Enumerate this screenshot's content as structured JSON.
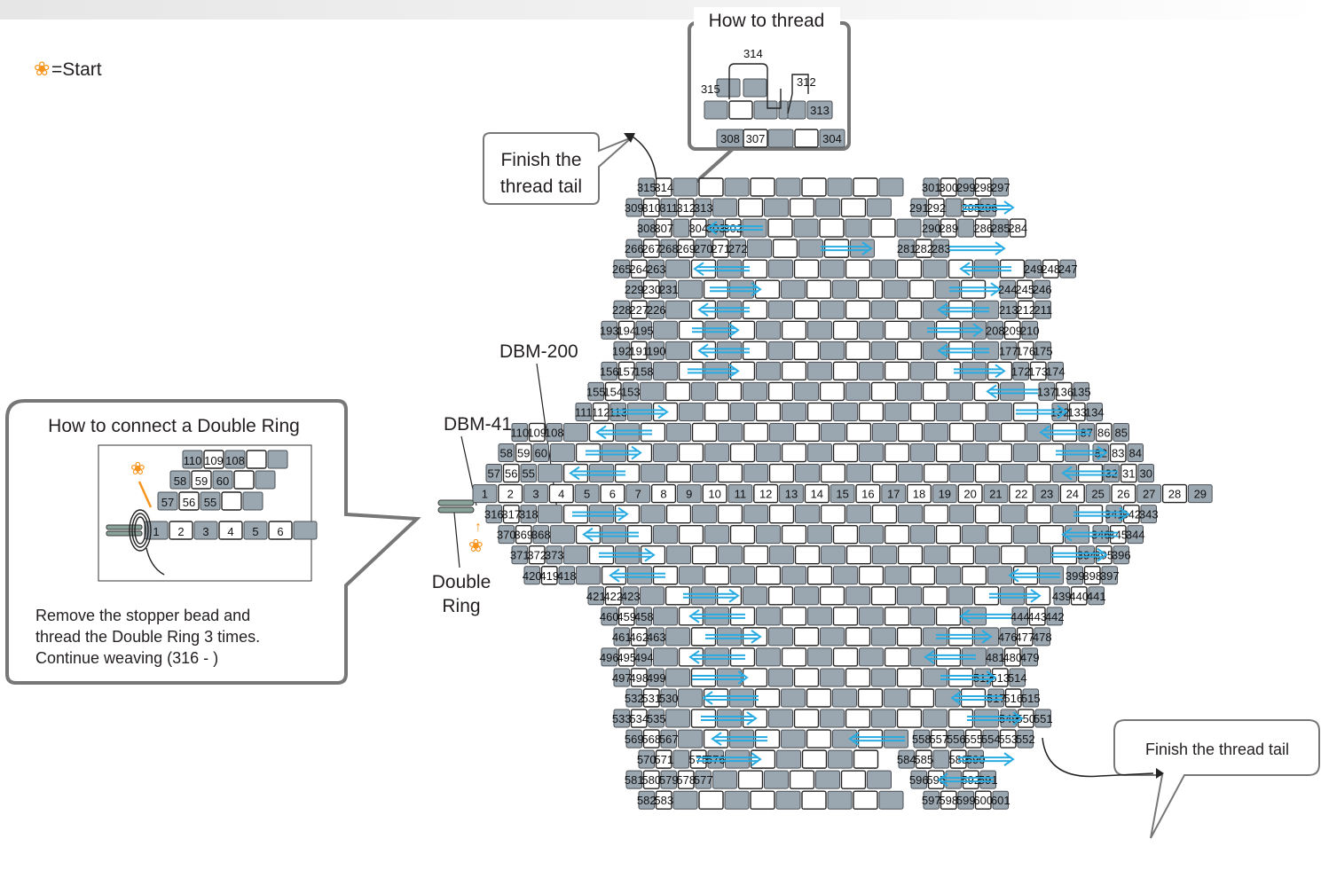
{
  "legend": {
    "symbol": "❀",
    "text": "=Start"
  },
  "labels": {
    "how_to_thread": "How to thread",
    "finish_left": [
      "Finish the",
      "thread tail"
    ],
    "finish_right": "Finish the thread tail",
    "dbm200": "DBM-200",
    "dbm41": "DBM-41",
    "double_ring": [
      "Double",
      "Ring"
    ]
  },
  "connect_panel": {
    "title": "How to connect a Double Ring",
    "caption": [
      "Remove the stopper bead and",
      "thread the Double Ring 3 times.",
      "Continue weaving (316 - )"
    ],
    "rows": [
      [
        "110",
        "109",
        "108",
        "",
        ""
      ],
      [
        "58",
        "59",
        "60",
        "",
        ""
      ],
      [
        "57",
        "56",
        "55",
        "",
        ""
      ],
      [
        "1",
        "2",
        "3",
        "4",
        "5",
        "6",
        ""
      ]
    ]
  },
  "thread_inset": {
    "numbers": [
      "314",
      "315",
      "312",
      "313",
      "308",
      "307",
      "304"
    ]
  },
  "rows": [
    {
      "l": [
        "315",
        "314"
      ],
      "r": [
        "301",
        "300",
        "299",
        "298",
        "297"
      ]
    },
    {
      "l": [
        "309",
        "310",
        "311",
        "312",
        "313"
      ],
      "r": [
        "291",
        "292",
        "",
        "295",
        "296"
      ]
    },
    {
      "l": [
        "308",
        "307",
        "",
        "304",
        "303",
        "302"
      ],
      "r": [
        "290",
        "289",
        "",
        "286",
        "285",
        "284"
      ]
    },
    {
      "l": [
        "266",
        "267",
        "268",
        "269",
        "270",
        "271",
        "272"
      ],
      "r": [
        "281",
        "282",
        "283"
      ]
    },
    {
      "l": [
        "265",
        "264",
        "263"
      ],
      "r": [
        "249",
        "248",
        "247"
      ]
    },
    {
      "l": [
        "229",
        "230",
        "231"
      ],
      "r": [
        "244",
        "245",
        "246"
      ]
    },
    {
      "l": [
        "228",
        "227",
        "226"
      ],
      "r": [
        "213",
        "212",
        "211"
      ]
    },
    {
      "l": [
        "193",
        "194",
        "195"
      ],
      "r": [
        "208",
        "209",
        "210"
      ]
    },
    {
      "l": [
        "192",
        "191",
        "190"
      ],
      "r": [
        "177",
        "176",
        "175"
      ]
    },
    {
      "l": [
        "156",
        "157",
        "158"
      ],
      "r": [
        "172",
        "173",
        "174"
      ]
    },
    {
      "l": [
        "155",
        "154",
        "153"
      ],
      "r": [
        "137",
        "136",
        "135"
      ]
    },
    {
      "l": [
        "111",
        "112",
        "113"
      ],
      "r": [
        "132",
        "133",
        "134"
      ]
    },
    {
      "l": [
        "110",
        "109",
        "108"
      ],
      "r": [
        "87",
        "86",
        "85"
      ]
    },
    {
      "l": [
        "58",
        "59",
        "60"
      ],
      "r": [
        "82",
        "83",
        "84"
      ]
    },
    {
      "l": [
        "57",
        "56",
        "55"
      ],
      "r": [
        "32",
        "31",
        "30"
      ]
    },
    {
      "l": [
        "1",
        "2",
        "3",
        "4",
        "5",
        "6",
        "7",
        "8",
        "9",
        "10",
        "11",
        "12",
        "13",
        "14",
        "15",
        "16",
        "17",
        "18",
        "19",
        "20",
        "21",
        "22",
        "23",
        "24",
        "25",
        "26",
        "27",
        "28",
        "29"
      ],
      "r": []
    },
    {
      "l": [
        "316",
        "317",
        "318"
      ],
      "r": [
        "341",
        "342",
        "343"
      ]
    },
    {
      "l": [
        "370",
        "369",
        "368"
      ],
      "r": [
        "346",
        "345",
        "344"
      ]
    },
    {
      "l": [
        "371",
        "372",
        "373"
      ],
      "r": [
        "394",
        "395",
        "396"
      ]
    },
    {
      "l": [
        "420",
        "419",
        "418"
      ],
      "r": [
        "399",
        "398",
        "397"
      ]
    },
    {
      "l": [
        "421",
        "422",
        "423"
      ],
      "r": [
        "439",
        "440",
        "441"
      ]
    },
    {
      "l": [
        "460",
        "459",
        "458"
      ],
      "r": [
        "444",
        "443",
        "442"
      ]
    },
    {
      "l": [
        "461",
        "462",
        "463"
      ],
      "r": [
        "476",
        "477",
        "478"
      ]
    },
    {
      "l": [
        "496",
        "495",
        "494"
      ],
      "r": [
        "481",
        "480",
        "479"
      ]
    },
    {
      "l": [
        "497",
        "498",
        "499"
      ],
      "r": [
        "512",
        "513",
        "514"
      ]
    },
    {
      "l": [
        "532",
        "531",
        "530"
      ],
      "r": [
        "517",
        "516",
        "515"
      ]
    },
    {
      "l": [
        "533",
        "534",
        "535"
      ],
      "r": [
        "549",
        "550",
        "551"
      ]
    },
    {
      "l": [
        "569",
        "568",
        "567"
      ],
      "r": [
        "558",
        "557",
        "556",
        "555",
        "554",
        "553",
        "552"
      ]
    },
    {
      "l": [
        "570",
        "571",
        "",
        "575",
        "576"
      ],
      "r": [
        "584",
        "585",
        "",
        "589",
        "590"
      ]
    },
    {
      "l": [
        "581",
        "580",
        "579",
        "578",
        "577"
      ],
      "r": [
        "596",
        "595",
        "",
        "592",
        "591"
      ]
    },
    {
      "l": [
        "582",
        "583"
      ],
      "r": [
        "597",
        "598",
        "599",
        "600",
        "601"
      ]
    }
  ],
  "colors": {
    "dark_bead": "#9aa6b0",
    "light_bead": "#ffffff",
    "arrow": "#29abe2",
    "start": "#f7941d"
  }
}
